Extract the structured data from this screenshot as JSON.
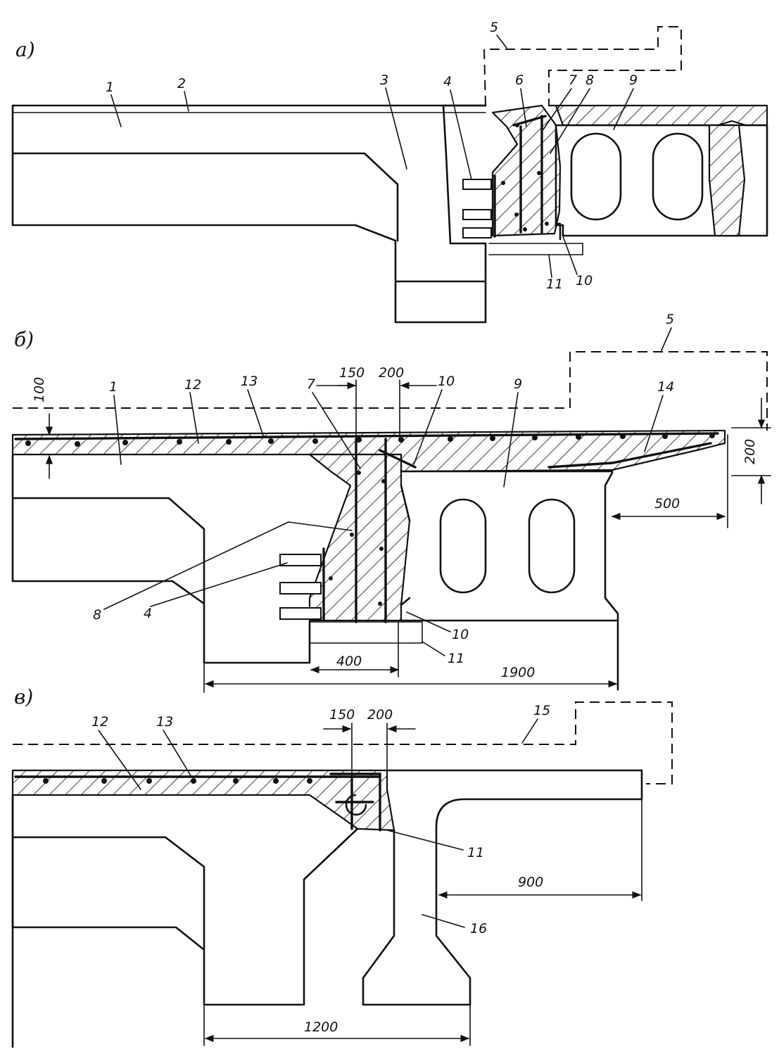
{
  "parts": {
    "a": "а)",
    "b": "б)",
    "c": "в)"
  },
  "labels_a": [
    "1",
    "2",
    "3",
    "4",
    "5",
    "6",
    "7",
    "8",
    "9",
    "10",
    "11"
  ],
  "labels_b": [
    "1",
    "12",
    "13",
    "7",
    "10",
    "9",
    "5",
    "14",
    "8",
    "4",
    "10",
    "11"
  ],
  "labels_c": [
    "12",
    "13",
    "15",
    "11",
    "16"
  ],
  "dims_b": {
    "d100": "100",
    "d150": "150",
    "d200": "200",
    "d200r": "200",
    "d500": "500",
    "d400": "400",
    "d1900": "1900"
  },
  "dims_c": {
    "d150": "150",
    "d200": "200",
    "d900": "900",
    "d1200": "1200"
  },
  "colors": {
    "ink": "#111111",
    "paper": "#ffffff"
  }
}
